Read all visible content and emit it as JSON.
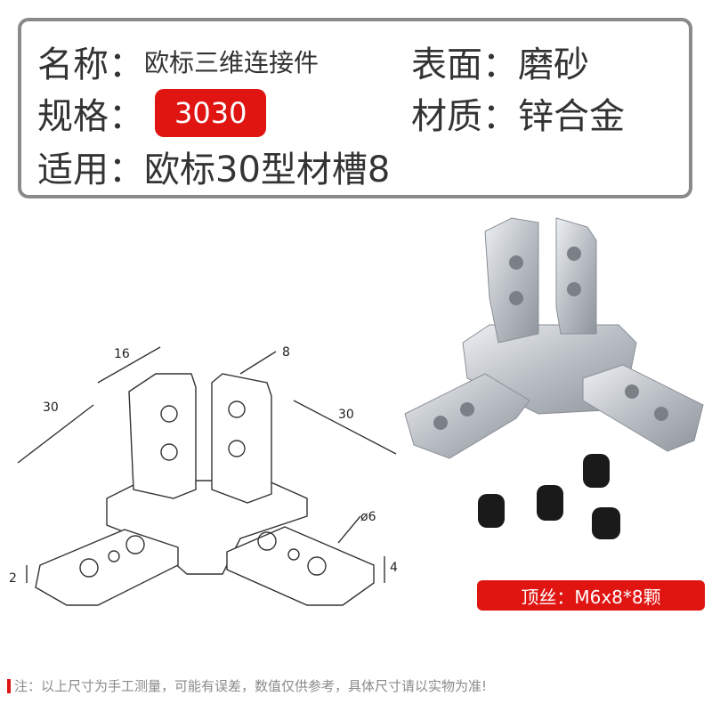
{
  "specs": {
    "name_label": "名称：",
    "name_value": "欧标三维连接件",
    "surface_label": "表面：",
    "surface_value": "磨砂",
    "size_label": "规格：",
    "size_value": "3030",
    "material_label": "材质：",
    "material_value": "锌合金",
    "applicable_label": "适用：",
    "applicable_value": "欧标30型材槽8"
  },
  "dimensions": {
    "d16": "16",
    "d8": "8",
    "d30_left": "30",
    "d30_right": "30",
    "d_phi6": "ø6",
    "d2": "2",
    "d4": "4"
  },
  "screw_label": "顶丝：M6x8*8颗",
  "note": "注：以上尺寸为手工测量，可能有误差，数值仅供参考，具体尺寸请以实物为准!",
  "colors": {
    "accent": "#e01512",
    "border": "#8a8a8a"
  }
}
